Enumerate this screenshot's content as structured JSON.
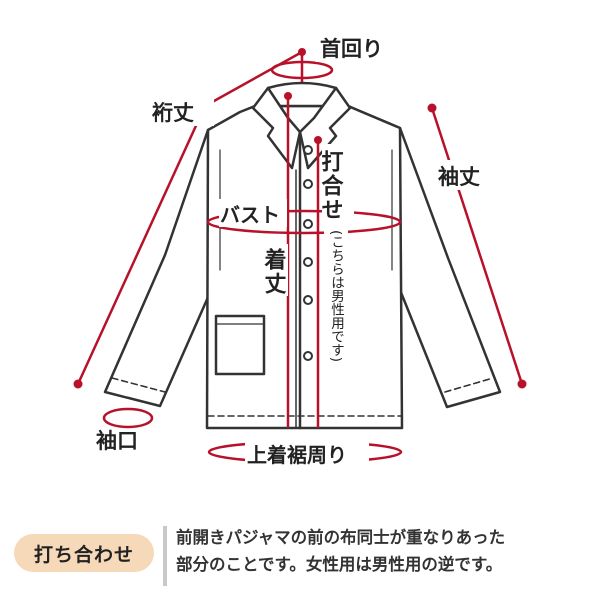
{
  "labels": {
    "neck": "首回り",
    "yuki": "裄丈",
    "sleeve_length": "袖丈",
    "bust": "バスト",
    "overlap": "打合せ",
    "overlap_note": "(こちらは男性用です)",
    "length": "着丈",
    "cuff": "袖口",
    "hem": "上着裾周り"
  },
  "note": {
    "badge": "打ち合わせ",
    "line1": "前開きパジャマの前の布同士が重なりあった",
    "line2": "部分のことです。女性用は男性用の逆です。"
  },
  "colors": {
    "measure": "#b8112a",
    "outline": "#333333",
    "badge_bg": "#f6d9b8"
  }
}
